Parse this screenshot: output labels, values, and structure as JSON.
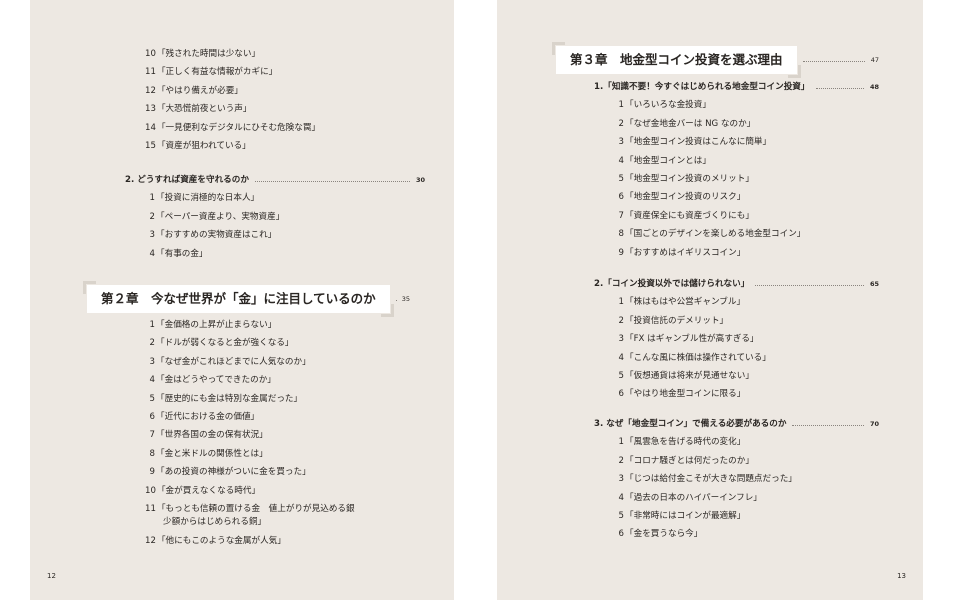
{
  "left_page": {
    "page_number": "12",
    "blocks": [
      {
        "items": [
          {
            "num": "10",
            "text": "「残された時間は少ない」"
          },
          {
            "num": "11",
            "text": "「正しく有益な情報がカギに」"
          },
          {
            "num": "12",
            "text": "「やはり備えが必要」"
          },
          {
            "num": "13",
            "text": "「大恐慌前夜という声」"
          },
          {
            "num": "14",
            "text": "「一見便利なデジタルにひそむ危険な罠」"
          },
          {
            "num": "15",
            "text": "「資産が狙われている」"
          }
        ]
      },
      {
        "section": {
          "title": "2. どうすれば資産を守れるのか",
          "page": "30"
        },
        "items": [
          {
            "num": "1",
            "text": "「投資に消極的な日本人」"
          },
          {
            "num": "2",
            "text": "「ペーパー資産より、実物資産」"
          },
          {
            "num": "3",
            "text": "「おすすめの実物資産はこれ」"
          },
          {
            "num": "4",
            "text": "「有事の金」"
          }
        ]
      }
    ],
    "chapter": {
      "title": "第２章　今なぜ世界が「金」に注目しているのか",
      "page": "35",
      "items": [
        {
          "num": "1",
          "text": "「金価格の上昇が止まらない」"
        },
        {
          "num": "2",
          "text": "「ドルが弱くなると金が強くなる」"
        },
        {
          "num": "3",
          "text": "「なぜ金がこれほどまでに人気なのか」"
        },
        {
          "num": "4",
          "text": "「金はどうやってできたのか」"
        },
        {
          "num": "5",
          "text": "「歴史的にも金は特別な金属だった」"
        },
        {
          "num": "6",
          "text": "「近代における金の価値」"
        },
        {
          "num": "7",
          "text": "「世界各国の金の保有状況」"
        },
        {
          "num": "8",
          "text": "「金と米ドルの関係性とは」"
        },
        {
          "num": "9",
          "text": "「あの投資の神様がついに金を買った」"
        },
        {
          "num": "10",
          "text": "「金が買えなくなる時代」"
        },
        {
          "num": "11",
          "text": "「もっとも信頼の置ける金　値上がりが見込める銀",
          "cont": "少額からはじめられる銅」"
        },
        {
          "num": "12",
          "text": "「他にもこのような金属が人気」"
        }
      ]
    }
  },
  "right_page": {
    "page_number": "13",
    "chapter": {
      "title": "第３章　地金型コイン投資を選ぶ理由",
      "page": "47"
    },
    "sections": [
      {
        "title": "1.「知識不要！今すぐはじめられる地金型コイン投資」",
        "page": "48",
        "items": [
          {
            "num": "1",
            "text": "「いろいろな金投資」"
          },
          {
            "num": "2",
            "text": "「なぜ金地金バーは NG なのか」"
          },
          {
            "num": "3",
            "text": "「地金型コイン投資はこんなに簡単」"
          },
          {
            "num": "4",
            "text": "「地金型コインとは」"
          },
          {
            "num": "5",
            "text": "「地金型コイン投資のメリット」"
          },
          {
            "num": "6",
            "text": "「地金型コイン投資のリスク」"
          },
          {
            "num": "7",
            "text": "「資産保全にも資産づくりにも」"
          },
          {
            "num": "8",
            "text": "「国ごとのデザインを楽しめる地金型コイン」"
          },
          {
            "num": "9",
            "text": "「おすすめはイギリスコイン」"
          }
        ]
      },
      {
        "title": "2.「コイン投資以外では儲けられない」",
        "page": "65",
        "items": [
          {
            "num": "1",
            "text": "「株はもはや公営ギャンブル」"
          },
          {
            "num": "2",
            "text": "「投資信託のデメリット」"
          },
          {
            "num": "3",
            "text": "「FX はギャンブル性が高すぎる」"
          },
          {
            "num": "4",
            "text": "「こんな風に株価は操作されている」"
          },
          {
            "num": "5",
            "text": "「仮想通貨は将来が見通せない」"
          },
          {
            "num": "6",
            "text": "「やはり地金型コインに限る」"
          }
        ]
      },
      {
        "title": "3. なぜ「地金型コイン」で備える必要があるのか",
        "page": "70",
        "items": [
          {
            "num": "1",
            "text": "「風雲急を告げる時代の変化」"
          },
          {
            "num": "2",
            "text": "「コロナ騒ぎとは何だったのか」"
          },
          {
            "num": "3",
            "text": "「じつは給付金こそが大きな問題点だった」"
          },
          {
            "num": "4",
            "text": "「過去の日本のハイパーインフレ」"
          },
          {
            "num": "5",
            "text": "「非常時にはコインが最適解」"
          },
          {
            "num": "6",
            "text": "「金を買うなら今」"
          }
        ]
      }
    ]
  }
}
